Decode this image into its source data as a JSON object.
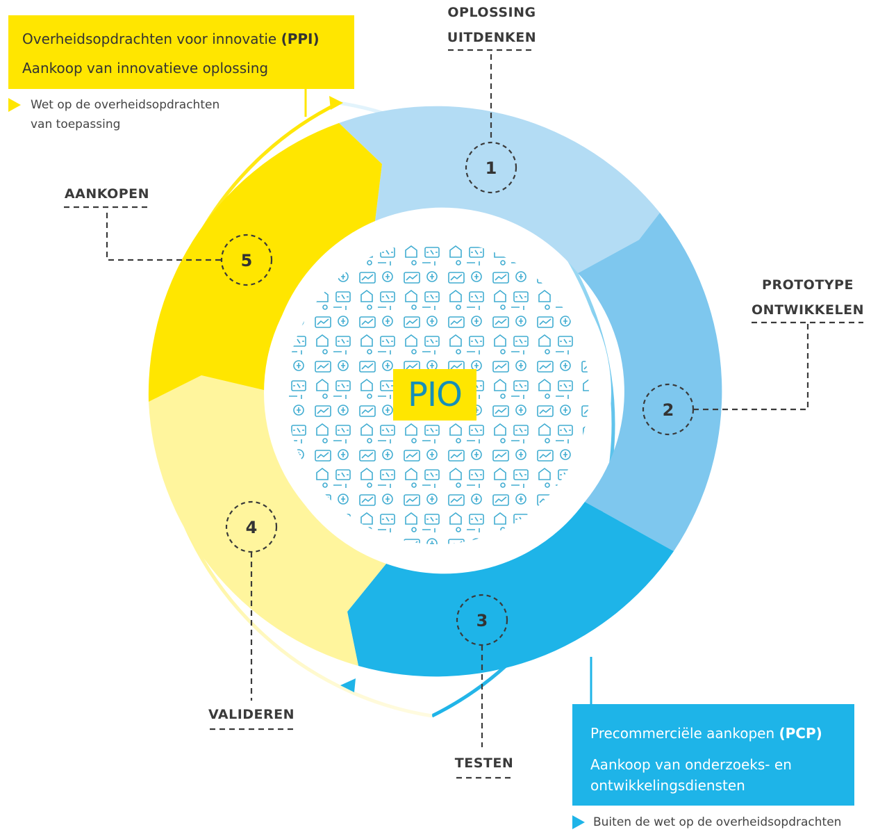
{
  "center_label": "PIO",
  "steps": [
    {
      "number": "1",
      "label_line1": "OPLOSSING",
      "label_line2": "UITDENKEN"
    },
    {
      "number": "2",
      "label_line1": "PROTOTYPE",
      "label_line2": "ONTWIKKELEN"
    },
    {
      "number": "3",
      "label_line1": "TESTEN"
    },
    {
      "number": "4",
      "label_line1": "VALIDEREN"
    },
    {
      "number": "5",
      "label_line1": "AANKOPEN"
    }
  ],
  "ppi": {
    "title_text": "Overheidsopdrachten voor innovatie ",
    "title_abbr": "(PPI)",
    "subtitle": "Aankoop van innovatieve oplossing",
    "note_line1": "Wet op de overheidsopdrachten",
    "note_line2": "van toepassing"
  },
  "pcp": {
    "title_text": "Precommerciële aankopen ",
    "title_abbr": "(PCP)",
    "subtitle": "Aankoop van onderzoeks- en ontwikkelingsdiensten",
    "note": "Buiten de wet op de overheidsopdrachten"
  },
  "colors": {
    "yellow": "#ffe600",
    "light_yellow": "#fff59d",
    "light_blue": "#b3dcf4",
    "mid_blue": "#7ec7ee",
    "blue": "#1eb4e8",
    "icon_blue": "#2ba3cc",
    "text_dark": "#333333"
  }
}
